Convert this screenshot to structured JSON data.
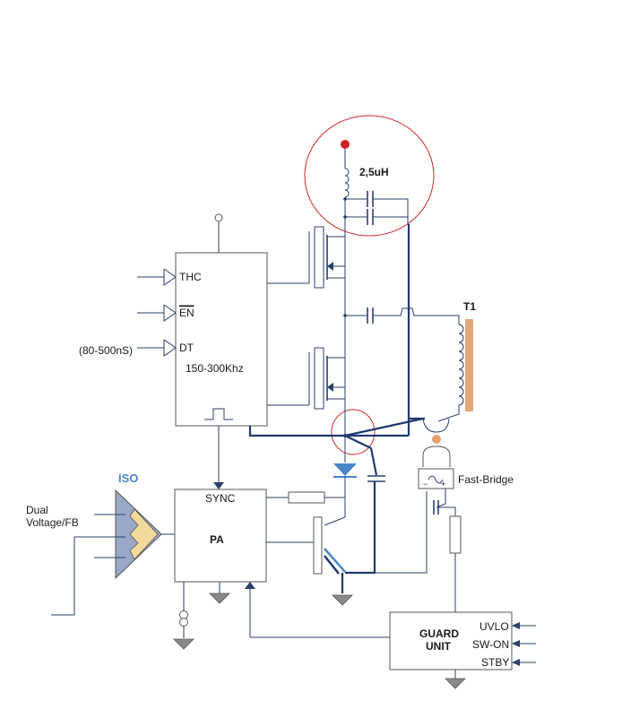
{
  "labels": {
    "inductor": "2,5uH",
    "transformer": "T1",
    "thc": "THC",
    "en": "EN",
    "dt": "DT",
    "dt_range": "(80-500nS)",
    "frequency": "150-300Khz",
    "iso": "ISO",
    "dual_voltage_line1": "Dual",
    "dual_voltage_line2": "Voltage/FB",
    "sync": "SYNC",
    "pa": "PA",
    "fast_bridge": "Fast-Bridge",
    "guard_line1": "GUARD",
    "guard_line2": "UNIT",
    "uvlo": "UVLO",
    "sw_on": "SW-ON",
    "stby": "STBY"
  },
  "colors": {
    "wire": "#2a3f6a",
    "power_rail": "#1f3a70",
    "highlight_circle": "#c82828",
    "supply_dot": "#cc2222",
    "iso_label": "#4a86c8",
    "diode": "#4a86c8",
    "isolator_fill": "#f3d99a",
    "isolator_body": "#9aa8c8",
    "transformer_core": "#e0a878",
    "led": "#e0a070",
    "ground": "#8a8a8a"
  }
}
